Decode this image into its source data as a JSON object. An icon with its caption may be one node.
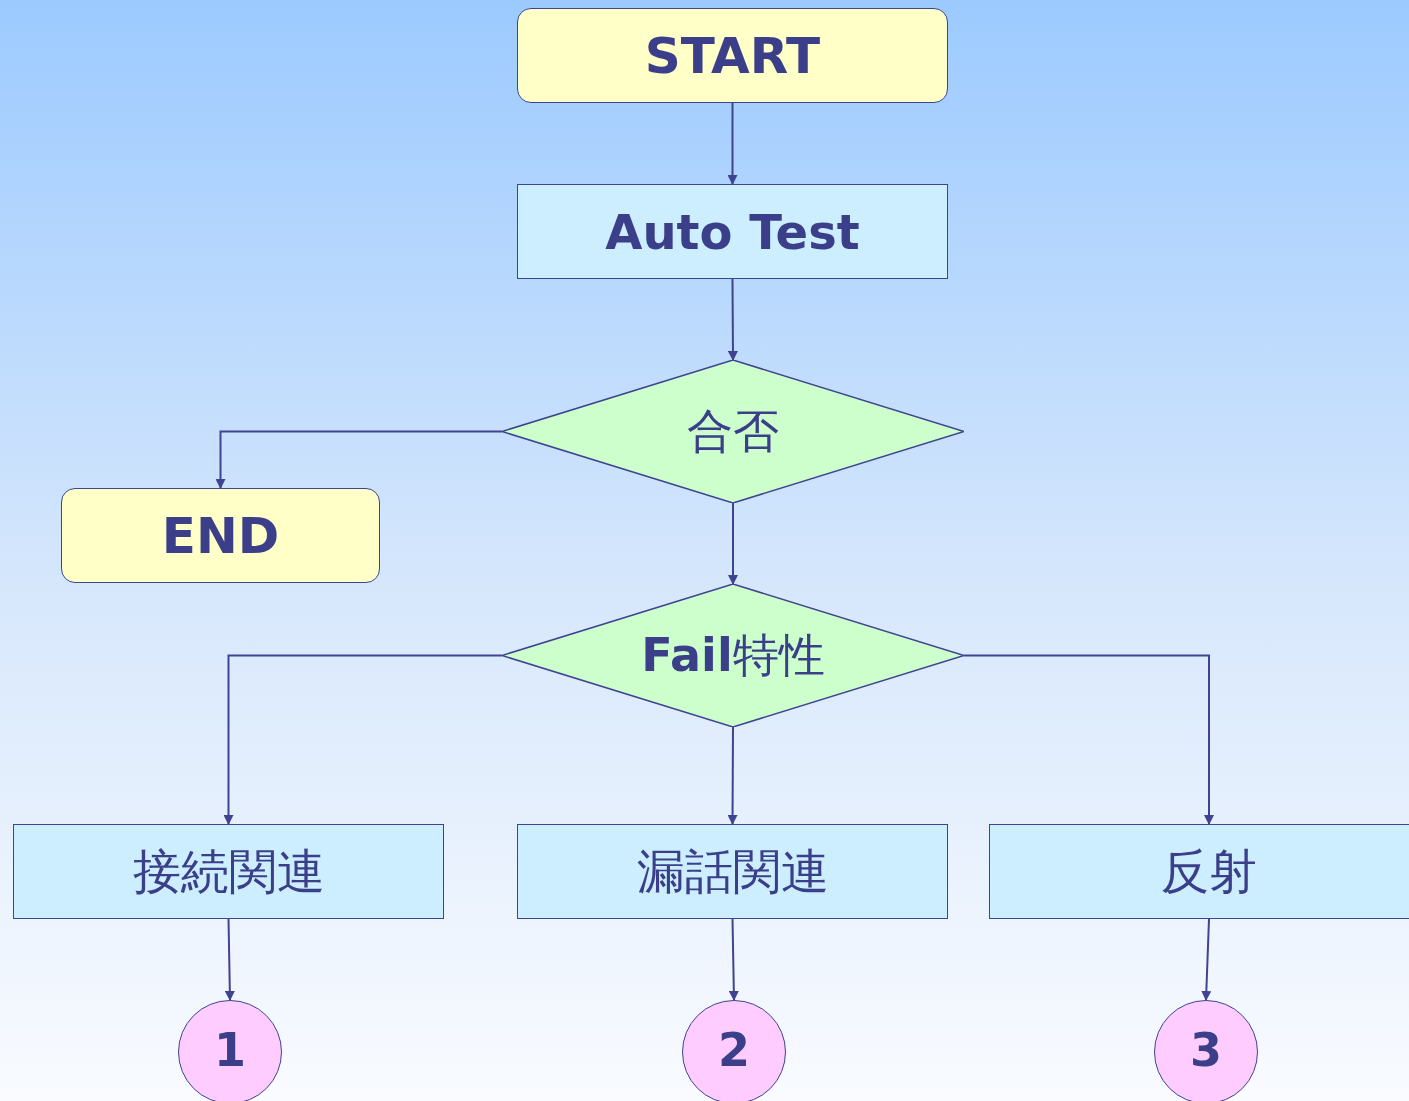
{
  "diagram": {
    "nodes": [
      {
        "text": [
          "START"
        ]
      },
      {
        "text": [
          "Auto Test"
        ]
      },
      {
        "text": [
          "合否"
        ]
      },
      {
        "text": [
          "END"
        ]
      },
      {
        "text": [
          "**Fail**特性"
        ]
      },
      {
        "text": [
          "接続関連"
        ]
      },
      {
        "text": [
          "漏話関連"
        ]
      },
      {
        "text": [
          "反射"
        ]
      },
      {
        "text": [
          "1"
        ]
      },
      {
        "text": [
          "2"
        ]
      },
      {
        "text": [
          "3"
        ]
      }
    ],
    "edges": [
      {
        "from": 0,
        "to": 1,
        "arrow": "to"
      },
      {
        "from": 1,
        "to": 2,
        "arrow": "to"
      },
      {
        "from": 2,
        "to": 3,
        "arrow": "to"
      },
      {
        "from": 2,
        "to": 4,
        "arrow": "to"
      },
      {
        "from": 4,
        "to": 5,
        "arrow": "to"
      },
      {
        "from": 4,
        "to": 6,
        "arrow": "to"
      },
      {
        "from": 4,
        "to": 7,
        "arrow": "to"
      },
      {
        "from": 5,
        "to": 8,
        "arrow": "to"
      },
      {
        "from": 6,
        "to": 9,
        "arrow": "to"
      },
      {
        "from": 7,
        "to": 10,
        "arrow": "to"
      }
    ]
  }
}
